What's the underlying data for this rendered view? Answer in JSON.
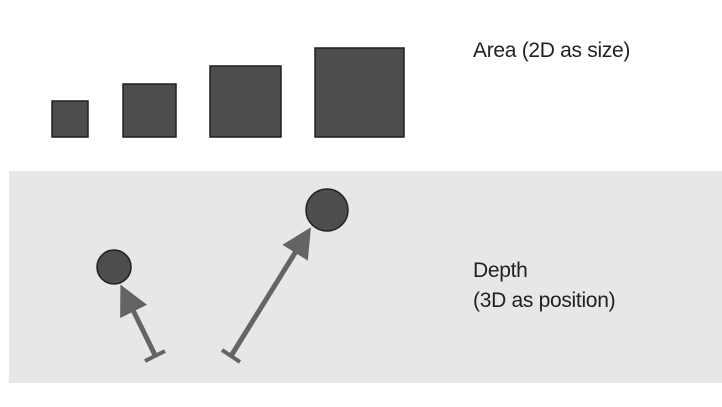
{
  "area_label": "Area (2D as size)",
  "depth_label": {
    "line1": "Depth",
    "line2": "(3D as position)"
  },
  "colors": {
    "shape_fill": "#4d4d4f",
    "shape_stroke": "#231f20",
    "arrow": "#636466",
    "panel": "#e6e7e8",
    "text": "#231f20"
  }
}
